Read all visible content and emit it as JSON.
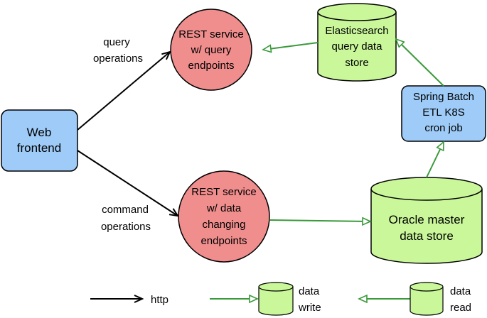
{
  "nodes": {
    "web_frontend": [
      "Web",
      "frontend"
    ],
    "rest_query": [
      "REST service",
      "w/ query",
      "endpoints"
    ],
    "rest_command": [
      "REST service",
      "w/ data",
      "changing",
      "endpoints"
    ],
    "elasticsearch": [
      "Elasticsearch",
      "query data",
      "store"
    ],
    "spring_batch": [
      "Spring Batch",
      "ETL K8S",
      "cron job"
    ],
    "oracle": [
      "Oracle master",
      "data store"
    ]
  },
  "edge_labels": {
    "query": [
      "query",
      "operations"
    ],
    "command": [
      "command",
      "operations"
    ]
  },
  "legend": {
    "http": "http",
    "data_write": [
      "data",
      "write"
    ],
    "data_read": [
      "data",
      "read"
    ]
  },
  "colors": {
    "blue_box": "#9ecbf7",
    "red_circle": "#f08d8d",
    "green_db": "#c9f79a",
    "green_line": "#3a9a3a",
    "black_line": "#000000"
  }
}
